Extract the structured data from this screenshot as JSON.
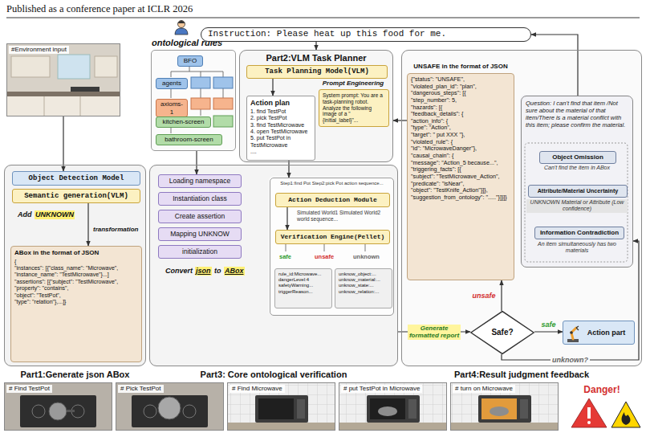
{
  "diagram": {
    "nodes": [
      {
        "text": [
          "#Environment input"
        ]
      },
      {
        "text": [
          "Part1:Generate json ABox"
        ]
      },
      {
        "text": [
          "Object Detection Model"
        ],
        "in": 1
      },
      {
        "text": [
          "Semantic generation(VLM)"
        ],
        "in": 1
      },
      {
        "text": [
          "ABox in the format of JSON",
          "{",
          "\"instances\": [{\"class_name\": \"Microwave\",",
          "\"instance_name\": \"TestMicrowave\"}...]",
          "\"assertions\": [{\"subject\": \"TestMicrowave\",",
          "\"property\": \"contains\",",
          "\"object\": \"TestPot\",",
          "\"type\": \"relation\"},...]}"
        ],
        "in": 1
      },
      {
        "text": [
          "ontological rules"
        ]
      },
      {
        "text": [
          "BFO"
        ],
        "in": 5
      },
      {
        "text": [
          "agents"
        ],
        "in": 5
      },
      {
        "text": [
          "axioms-1"
        ],
        "in": 5
      },
      {
        "text": [
          "kitchen-screen"
        ],
        "in": 5
      },
      {
        "text": [
          "bathroom-screen"
        ],
        "in": 5
      },
      {
        "text": [
          "Instruction: Please heat up this food for me."
        ]
      },
      {
        "text": [
          "Part2:VLM Task Planner"
        ]
      },
      {
        "text": [
          "Task Planning Model(VLM)"
        ],
        "in": 12
      },
      {
        "text": [
          "System prompt: You are a task-planning robot. Analyze the following image of a \"{initial_label}\"..."
        ],
        "in": 12
      },
      {
        "text": [
          "Action plan",
          "1. find TestPot",
          "2. pick TestPot",
          "3. find TestMicrowave",
          "4. open TestMicrowave",
          "5. put TestPot in TestMicrowave",
          "...."
        ],
        "in": 12
      },
      {
        "text": [
          "Part3: Core ontological verification"
        ]
      },
      {
        "text": [
          "Loading namespace"
        ],
        "in": 16
      },
      {
        "text": [
          "Instantiation class"
        ],
        "in": 16
      },
      {
        "text": [
          "Create assertion"
        ],
        "in": 16
      },
      {
        "text": [
          "Mapping UNKNOW"
        ],
        "in": 16
      },
      {
        "text": [
          "initialization"
        ],
        "in": 16
      },
      {
        "text": [
          "Step1:find Pot Step2:pick Pot action sequence..."
        ],
        "in": 16
      },
      {
        "text": [
          "Action Deduction Module"
        ],
        "in": 22
      },
      {
        "text": [
          "Verification Engine(Pellet)"
        ],
        "in": 22
      },
      {
        "text": [
          "rule_id:Microwave...",
          "dangerLevel:4",
          "safetyWarning...",
          "triggerReason..."
        ],
        "in": 22
      },
      {
        "text": [
          "unknow_object:...",
          "unknow_material:...",
          "unknow_state:...",
          "unknow_relation:..."
        ],
        "in": 22
      },
      {
        "text": [
          "Part4:Result judgment feedback"
        ]
      },
      {
        "text": [
          "UNSAFE in the format of JSON",
          "{\"status\": \"UNSAFE\",",
          "\"violated_plan_id\": \"plan\",",
          "\"dangerous_steps\": [{",
          "\"step_number\": 5,",
          "\"hazards\": [{",
          "\"feedback_details\": {",
          "\"action_info\": {",
          "\"type\": \"Action\",",
          "\"target\": \" put XXX \"},",
          "\"violated_rule\": {",
          "\"id\": \"MicrowaveDanger\"},",
          "\"causal_chain\": {",
          "\"message\": \"Action_5 because...\",",
          "\"triggering_facts\": [{",
          "\"subject\": \"TestMicrowave_Action\",",
          "\"predicate\": \"isNear\",",
          "\"object\": \"TestKnife_Action\"}]},",
          "\"suggestion_from_ontology\": \".....\"}]}]}"
        ],
        "in": 27
      },
      {
        "text": [
          "Question: I can't find that item /Not sure about the material of that item/There is a material conflict with this item; please confirm the material."
        ],
        "in": 27
      },
      {
        "text": [
          "Object Omission"
        ],
        "in": 29
      },
      {
        "text": [
          "Attribute/Material Uncertainty"
        ],
        "in": 29
      },
      {
        "text": [
          "Information Contradiction"
        ],
        "in": 29
      },
      {
        "text": [
          "Safe?"
        ],
        "in": 27
      },
      {
        "text": [
          "Action part"
        ],
        "in": 27
      },
      {
        "text": [
          "# Find TestPot"
        ]
      },
      {
        "text": [
          "# Pick TestPot"
        ]
      },
      {
        "text": [
          "# Find Microwave"
        ]
      },
      {
        "text": [
          "# put TestPot in Microwave"
        ]
      },
      {
        "text": [
          "# turn on Microwave"
        ]
      },
      {
        "text": [
          "Danger!"
        ]
      }
    ],
    "edges": [
      {
        "from": 0,
        "to": 2,
        "arrow": "to"
      },
      {
        "from": 3,
        "to": 4,
        "arrow": "to"
      },
      {
        "from": 5,
        "to": 17,
        "arrow": "to"
      },
      {
        "from": 11,
        "to": 12,
        "arrow": "to"
      },
      {
        "from": 13,
        "to": 15,
        "arrow": "to"
      },
      {
        "from": 15,
        "to": 22,
        "arrow": "to"
      },
      {
        "from": 23,
        "to": 24,
        "arrow": "to"
      },
      {
        "from": 16,
        "to": 33,
        "label": "Generate formatted report",
        "arrow": "to"
      },
      {
        "from": 33,
        "to": 28,
        "label": "unsafe",
        "arrow": "to"
      },
      {
        "from": 33,
        "to": 34,
        "label": "safe",
        "arrow": "to"
      },
      {
        "from": 33,
        "to": 29,
        "label": "unknown?",
        "arrow": "to"
      },
      {
        "from": 28,
        "to": 12,
        "arrow": "to"
      },
      {
        "from": 29,
        "to": 11,
        "arrow": "to"
      }
    ],
    "labels": [
      "Published as a conference paper at ICLR 2026",
      "Add",
      "UNKNOWN",
      "transformation",
      "Prompt Engineering",
      "Convert",
      "json",
      "to",
      "ABox",
      "Simulated World1 Simulated World2 world sequence...",
      "safe",
      "unsafe",
      "unknown",
      "Can't find the item in ABox",
      "UNKNOWN Material or Attribute (Low confidence)",
      "An item simultaneously has two materials"
    ]
  }
}
